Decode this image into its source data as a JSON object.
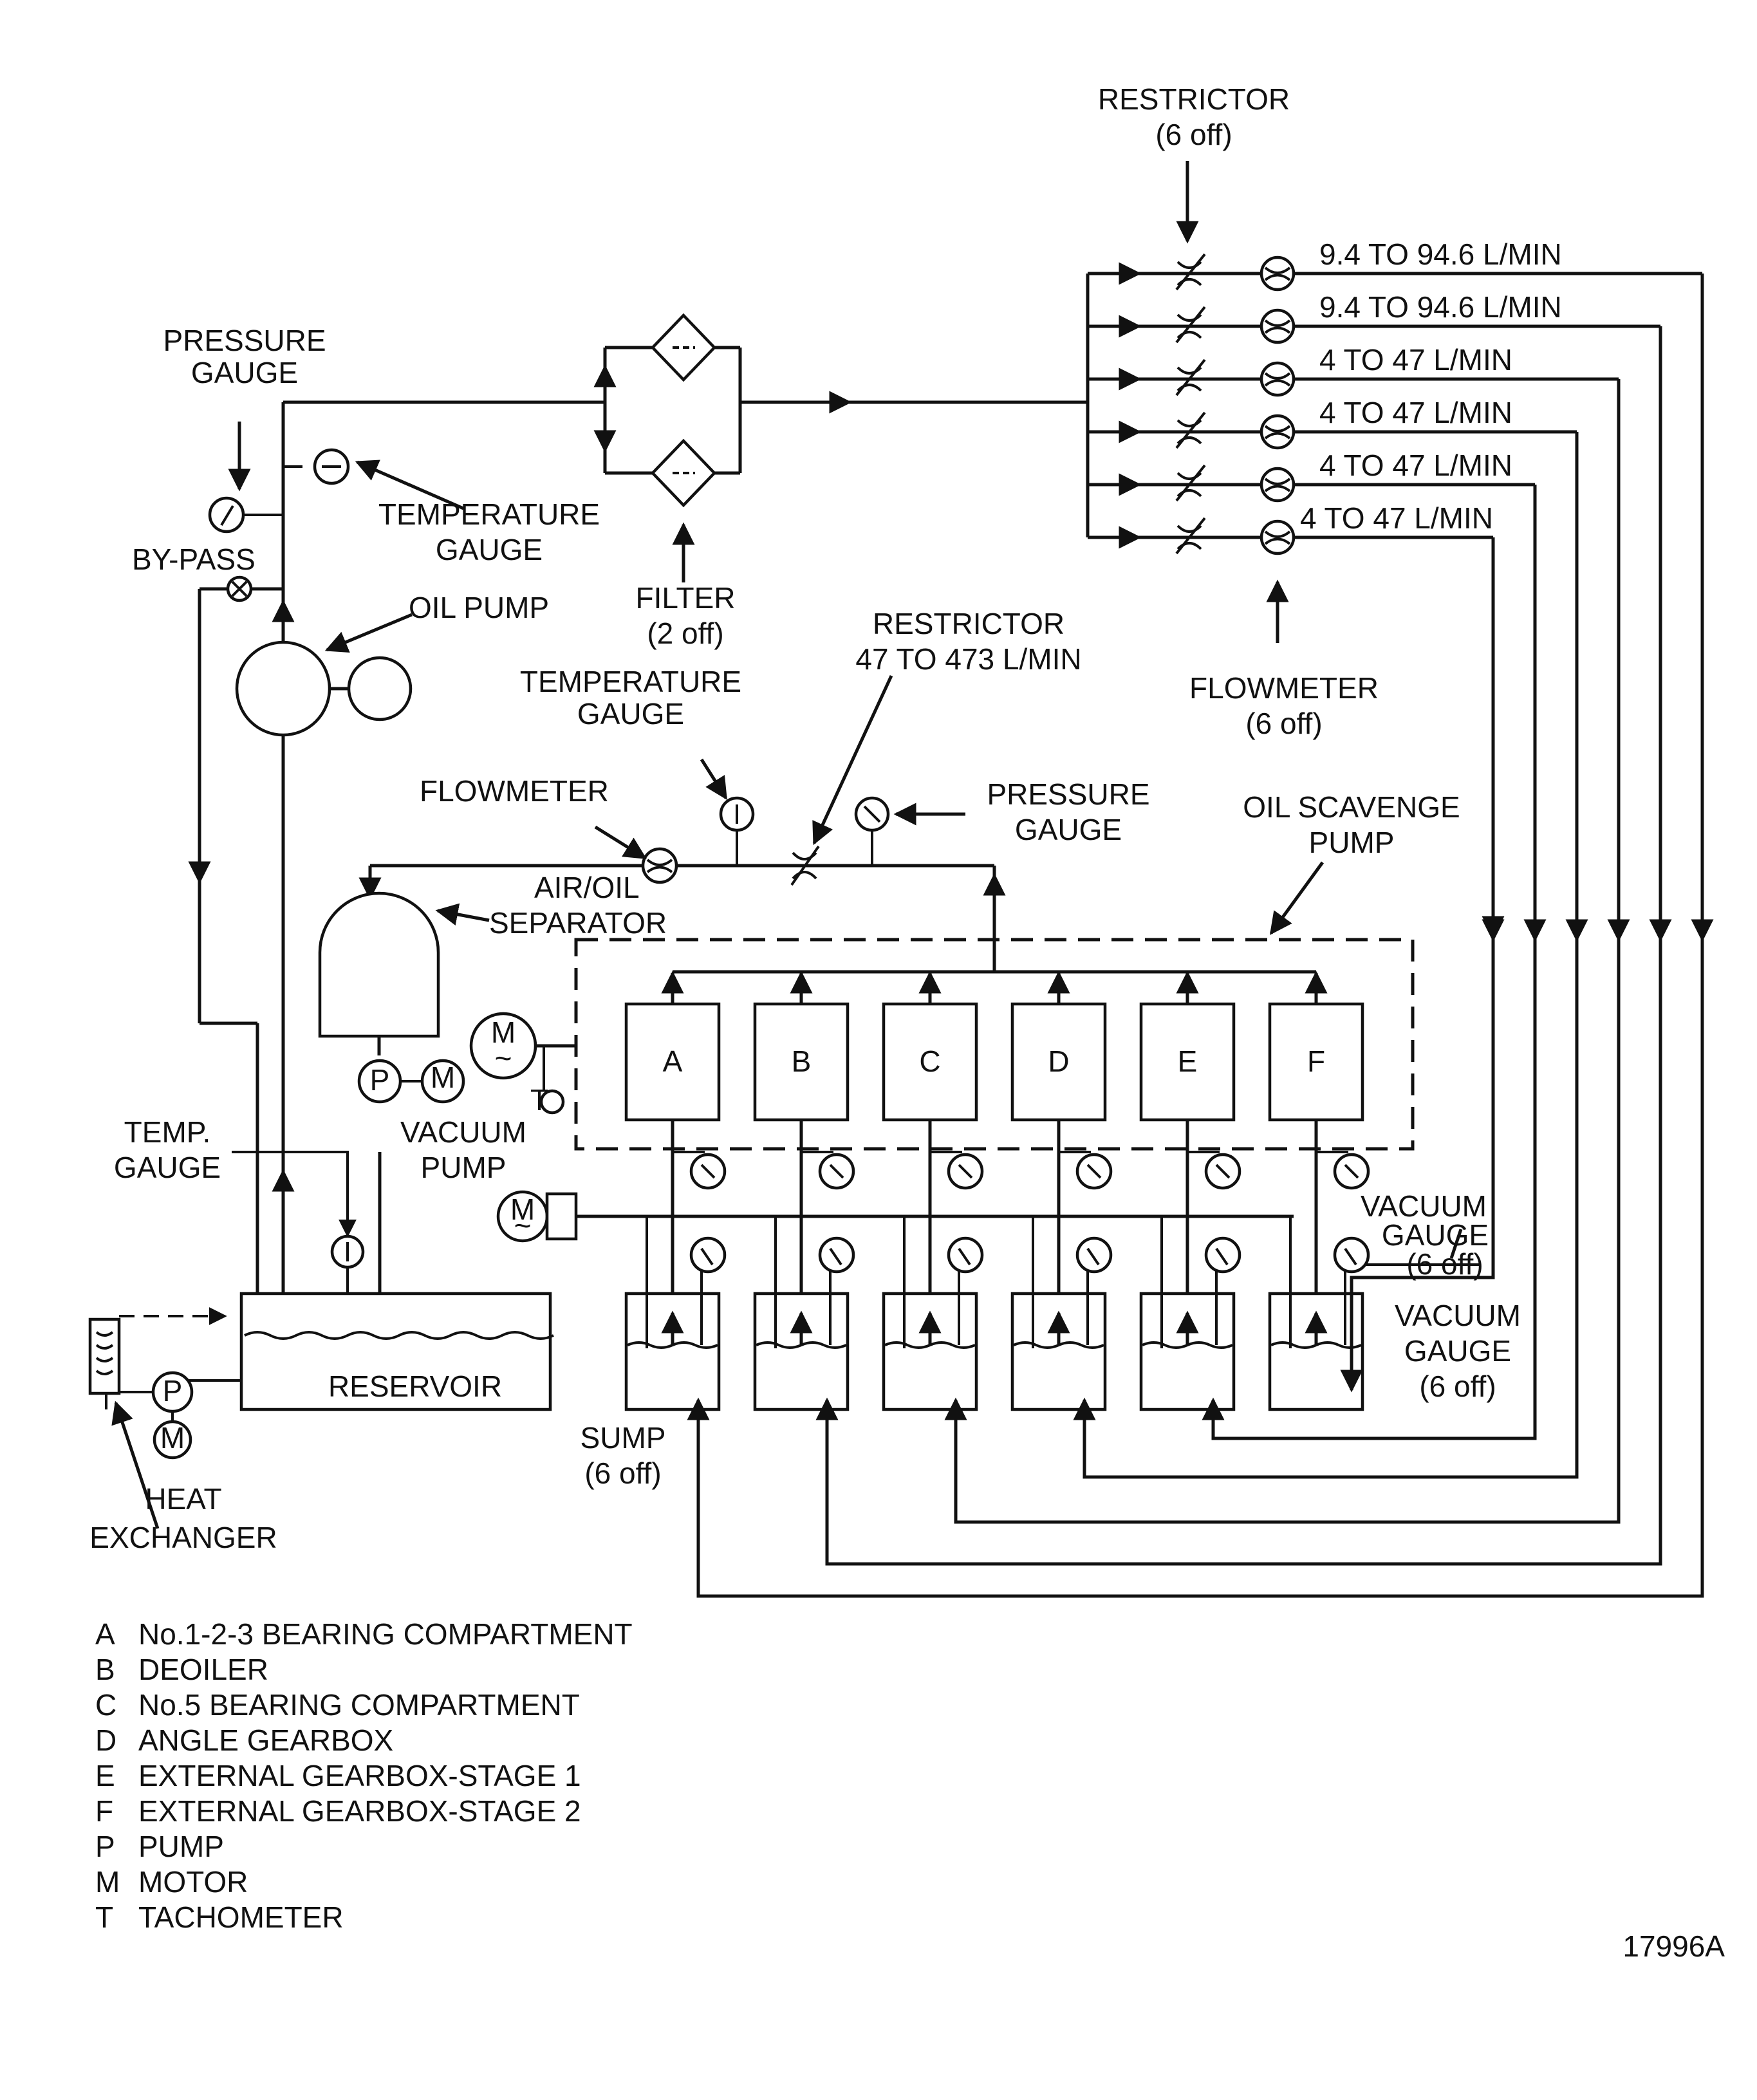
{
  "labels": {
    "restrictor_top": [
      "RESTRICTOR",
      "(6 off)"
    ],
    "pressure_gauge_left": [
      "PRESSURE",
      "GAUGE"
    ],
    "temperature_gauge_top": [
      "TEMPERATURE",
      "GAUGE"
    ],
    "by_pass": "BY-PASS",
    "oil_pump": "OIL PUMP",
    "filter": [
      "FILTER",
      "(2 off)"
    ],
    "restrictor_mid": [
      "RESTRICTOR",
      "47 TO 473 L/MIN"
    ],
    "temperature_gauge_mid": [
      "TEMPERATURE",
      "GAUGE"
    ],
    "flowmeter_mid": "FLOWMETER",
    "pressure_gauge_mid": [
      "PRESSURE",
      "GAUGE"
    ],
    "flowmeter_right": [
      "FLOWMETER",
      "(6 off)"
    ],
    "oil_scavenge_pump": [
      "OIL SCAVENGE",
      "PUMP"
    ],
    "air_oil_separator": [
      "AIR/OIL",
      "SEPARATOR"
    ],
    "vacuum_pump": [
      "VACUUM",
      "PUMP"
    ],
    "temp_gauge_low": [
      "TEMP.",
      "GAUGE"
    ],
    "vacuum_gauge_upper": [
      "VACUUM",
      "GAUGE",
      "(6 off)"
    ],
    "vacuum_gauge_lower": [
      "VACUUM",
      "GAUGE",
      "(6 off)"
    ],
    "reservoir": "RESERVOIR",
    "sump": [
      "SUMP",
      "(6 off)"
    ],
    "heat_exchanger": [
      "HEAT",
      "EXCHANGER"
    ],
    "figure_id": "17996A"
  },
  "symbols": {
    "motor": "M",
    "pump": "P",
    "tachometer": "T",
    "tilde": "~"
  },
  "flow_rates": [
    "9.4 TO 94.6 L/MIN",
    "9.4 TO 94.6 L/MIN",
    "4 TO 47 L/MIN",
    "4 TO 47 L/MIN",
    "4 TO 47 L/MIN",
    "4 TO 47 L/MIN"
  ],
  "compartments": [
    "A",
    "B",
    "C",
    "D",
    "E",
    "F"
  ],
  "legend": [
    {
      "key": "A",
      "text": "No.1-2-3 BEARING COMPARTMENT"
    },
    {
      "key": "B",
      "text": "DEOILER"
    },
    {
      "key": "C",
      "text": "No.5 BEARING COMPARTMENT"
    },
    {
      "key": "D",
      "text": "ANGLE GEARBOX"
    },
    {
      "key": "E",
      "text": "EXTERNAL GEARBOX-STAGE 1"
    },
    {
      "key": "F",
      "text": "EXTERNAL GEARBOX-STAGE 2"
    },
    {
      "key": "P",
      "text": "PUMP"
    },
    {
      "key": "M",
      "text": "MOTOR"
    },
    {
      "key": "T",
      "text": "TACHOMETER"
    }
  ]
}
